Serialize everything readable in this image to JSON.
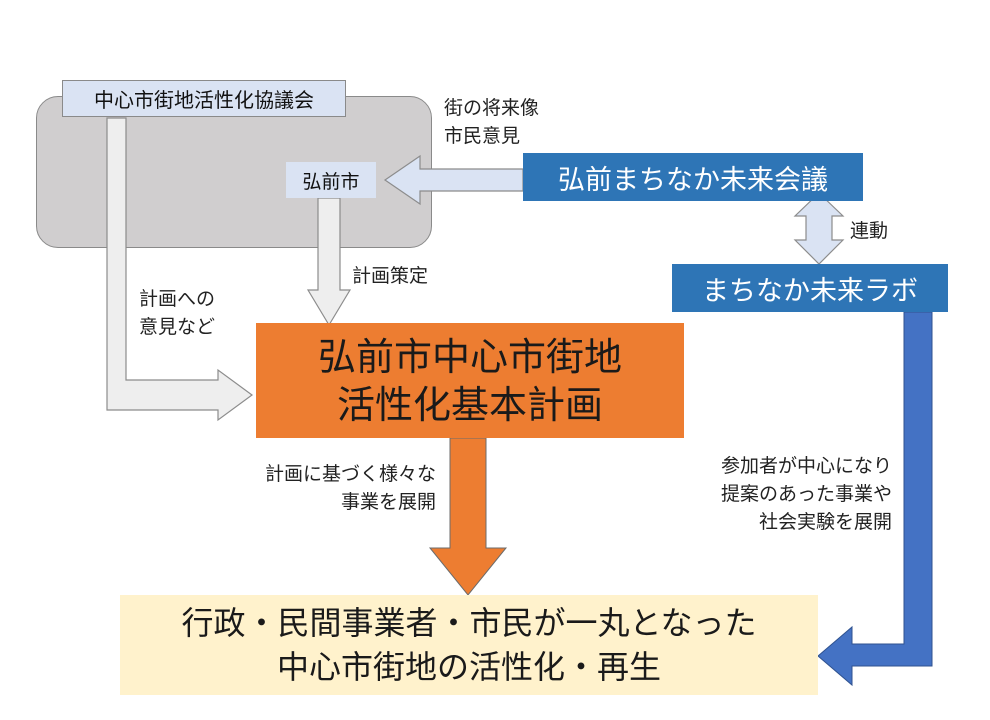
{
  "council": {
    "label": "中心市街地活性化協議会"
  },
  "city": {
    "label": "弘前市"
  },
  "future_council": {
    "label": "弘前まちなか未来会議"
  },
  "future_lab": {
    "label": "まちなか未来ラボ"
  },
  "basic_plan": {
    "label": "弘前市中心市街地\n活性化基本計画"
  },
  "goal": {
    "label": "行政・民間事業者・市民が一丸となった\n中心市街地の活性化・再生"
  },
  "notes": {
    "citizen_opinion": "街の将来像\n市民意見",
    "linkage": "連動",
    "plan_making": "計画策定",
    "plan_opinion": "計画への\n意見など",
    "projects": "計画に基づく様々な\n事業を展開",
    "lab_projects": "参加者が中心になり\n提案のあった事業や\n社会実験を展開"
  },
  "colors": {
    "council_area": "#d0cecf",
    "light_box": "#dae3f3",
    "blue_box": "#2e75b6",
    "orange": "#ed7d31",
    "goal_bg": "#fff2cc",
    "blue_arrow": "#4472c4"
  }
}
